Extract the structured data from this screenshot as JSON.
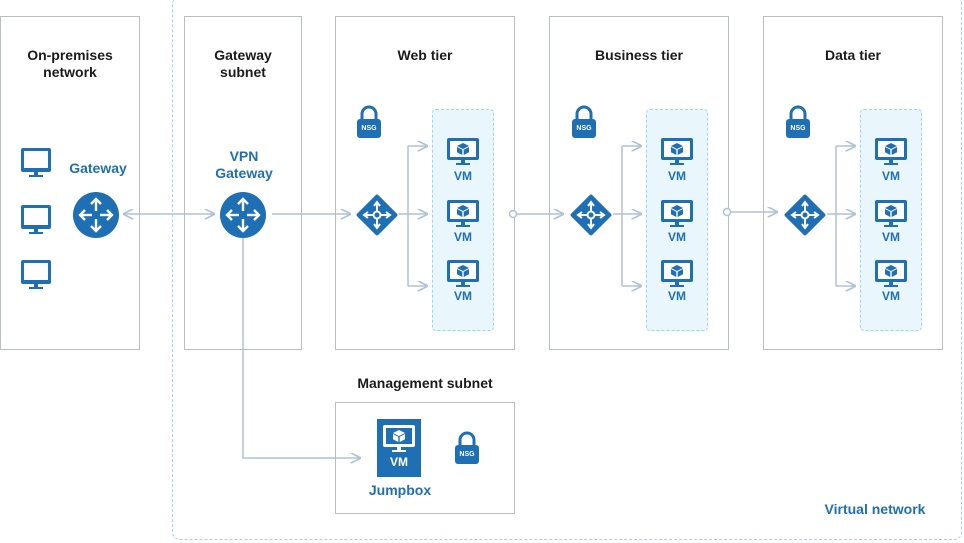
{
  "zones": {
    "onprem": "On-premises network",
    "gateway_subnet": "Gateway subnet",
    "web_tier": "Web tier",
    "business_tier": "Business tier",
    "data_tier": "Data tier",
    "management_subnet": "Management subnet",
    "virtual_network": "Virtual network"
  },
  "nodes": {
    "gateway": "Gateway",
    "vpn_gateway": "VPN Gateway",
    "jumpbox": "Jumpbox",
    "vm": "VM",
    "nsg": "NSG"
  },
  "colors": {
    "primary_blue": "#1f6fb5",
    "dashed_border": "#9fd6ea",
    "vm_group_fill": "#e9f7fc",
    "box_border": "#b9bec4",
    "connector": "#b0c2d6"
  },
  "icons": [
    "monitor-icon",
    "router-icon",
    "load-balancer-icon",
    "vm-icon",
    "nsg-lock-icon",
    "arrow-icon"
  ]
}
